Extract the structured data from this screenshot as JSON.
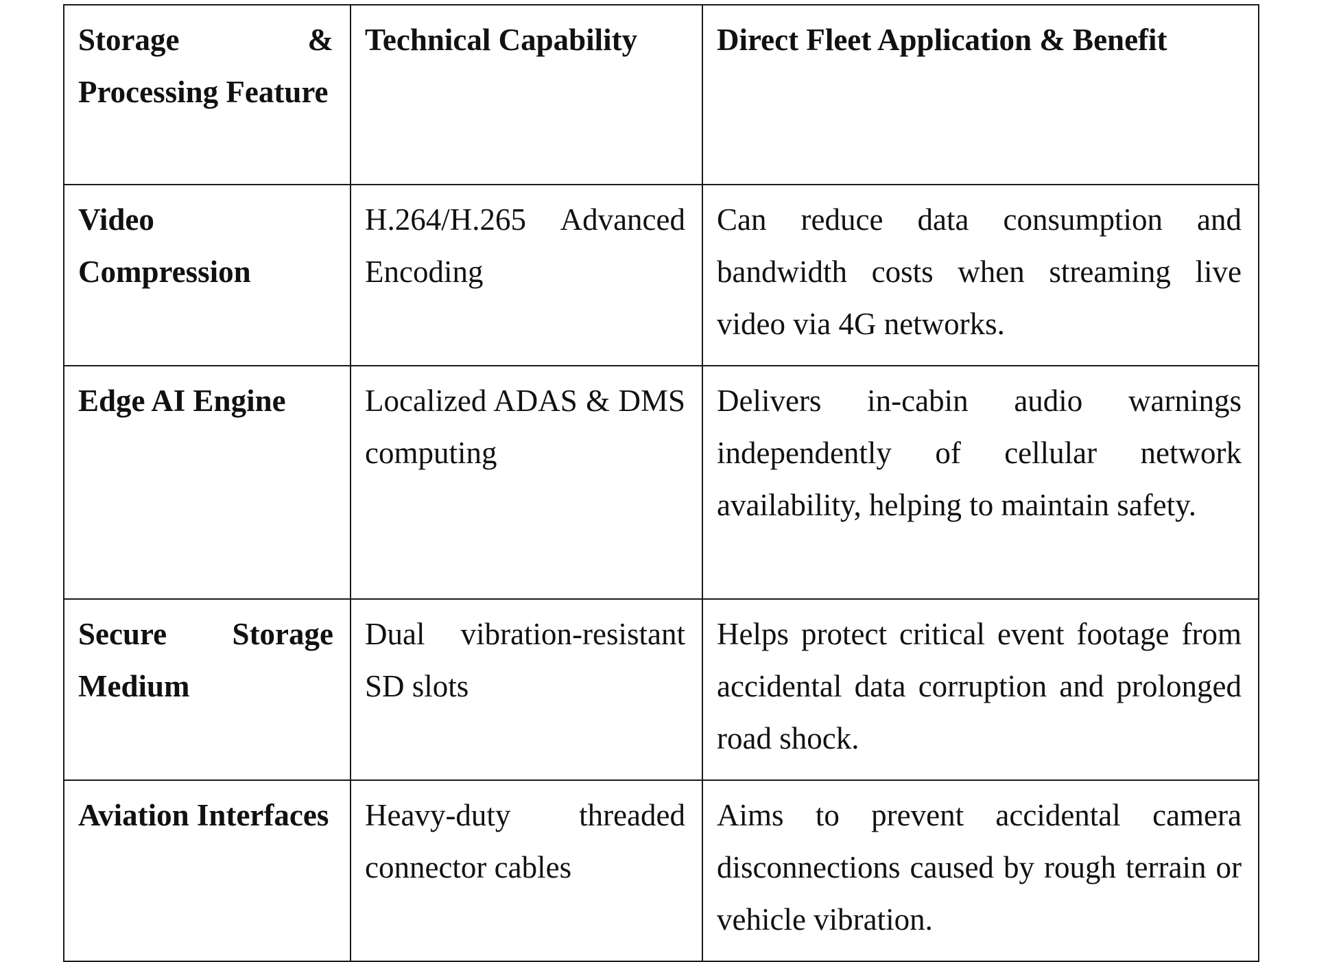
{
  "table": {
    "headers": [
      "Storage & Processing Feature",
      "Technical Capability",
      "Direct Fleet Application & Benefit"
    ],
    "rows": [
      {
        "feature": "Video Compression",
        "capability": "H.264/H.265 Advanced Encoding",
        "benefit": "Can reduce data consumption and bandwidth costs when streaming live video via 4G networks."
      },
      {
        "feature": "Edge AI Engine",
        "capability": "Localized ADAS & DMS computing",
        "benefit": "Delivers in-cabin audio warnings independently of cellular network availability, helping to maintain safety."
      },
      {
        "feature": "Secure Storage Medium",
        "capability": "Dual vibration-resistant SD slots",
        "benefit": "Helps protect critical event footage from accidental data corruption and prolonged road shock."
      },
      {
        "feature": "Aviation Interfaces",
        "capability": "Heavy-duty threaded connector cables",
        "benefit": "Aims to prevent accidental camera disconnections caused by rough terrain or vehicle vibration."
      }
    ]
  }
}
